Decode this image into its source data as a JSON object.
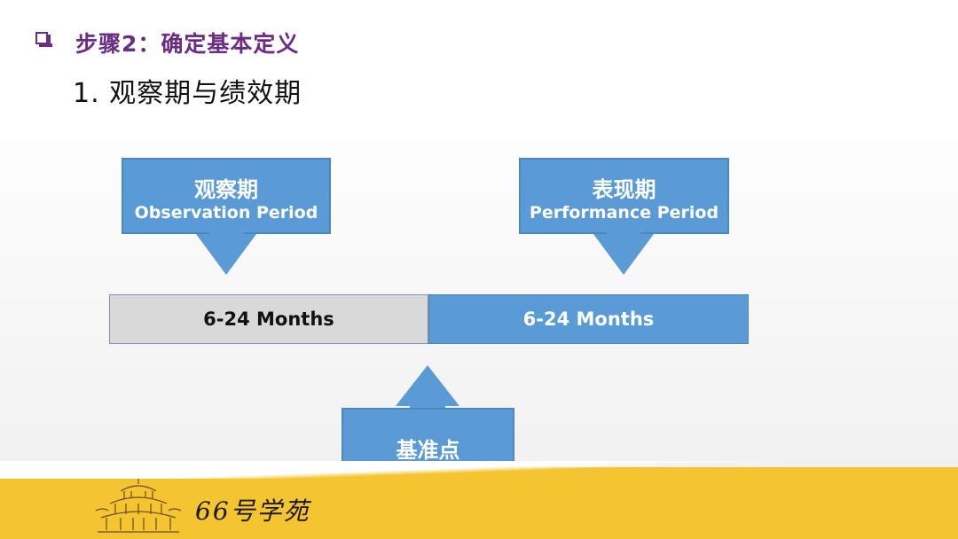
{
  "slide": {
    "section_title": "步骤2：确定基本定义",
    "subtitle": "1.  观察期与绩效期"
  },
  "diagram": {
    "observation_box": {
      "zh": "观察期",
      "en": "Observation Period"
    },
    "performance_box": {
      "zh": "表现期",
      "en": "Performance Period"
    },
    "observation_duration": "6-24 Months",
    "performance_duration": "6-24 Months",
    "reference_point": "基准点"
  },
  "footer": {
    "brand": "66号学苑"
  },
  "colors": {
    "accent_purple": "#6b2d84",
    "box_blue": "#5b9bd5",
    "bar_gray": "#d9d9d9",
    "footer_yellow": "#f5c431"
  }
}
